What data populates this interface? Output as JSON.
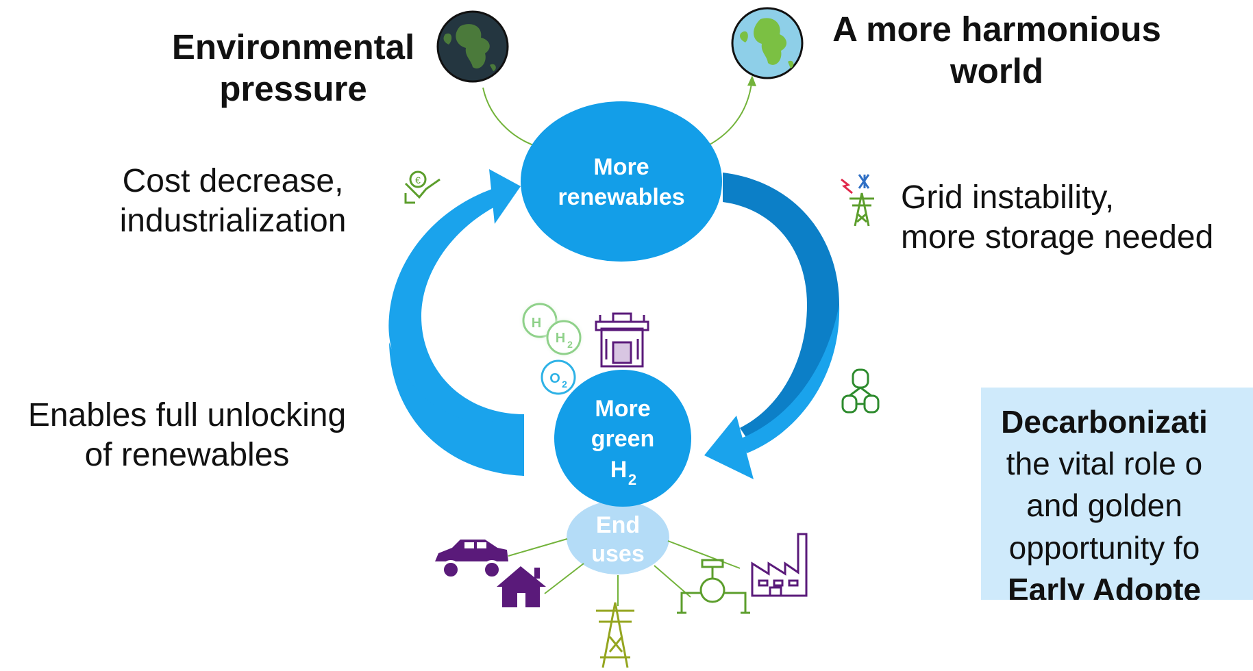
{
  "labels": {
    "env_pressure_1": "Environmental",
    "env_pressure_2": "pressure",
    "harmonious_1": "A more harmonious",
    "harmonious_2": "world",
    "cost_1": "Cost decrease,",
    "cost_2": "industrialization",
    "grid_1": "Grid instability,",
    "grid_2": "more storage needed",
    "unlock_1": "Enables full unlocking",
    "unlock_2": "of renewables"
  },
  "nodes": {
    "renewables_1": "More",
    "renewables_2": "renewables",
    "h2_1": "More",
    "h2_2": "green",
    "h2_3": "H",
    "h2_sub": "2",
    "end_1": "End",
    "end_2": "uses"
  },
  "bubbles": {
    "h2": "H",
    "sub2": "2",
    "o2": "O"
  },
  "callout": {
    "line1": "Decarbonizati",
    "line2": "the vital role o",
    "line3": "and golden",
    "line4": "opportunity fo",
    "line5": "Early Adopte"
  },
  "icons": {
    "earth_dark": "earth-dark-icon",
    "earth_bright": "earth-bright-icon",
    "cost": "euro-cost-decrease-icon",
    "grid": "power-pylon-icon",
    "storage": "storage-tanks-icon",
    "electrolyzer": "electrolyzer-icon",
    "car": "car-icon",
    "house": "house-icon",
    "pylon": "power-grid-icon",
    "pipeline": "pipeline-valve-icon",
    "factory": "factory-icon"
  },
  "colors": {
    "cycle_blue": "#1aa3ec",
    "cycle_dark": "#0c7fc7",
    "node_blue": "#139ee8",
    "end_uses_light": "#b4dcf7",
    "green_arrow": "#73b33b",
    "purple": "#5a1a7a",
    "olive": "#94a51f",
    "green_icon": "#5c9e2c",
    "callout_bg": "#cfeafb"
  }
}
